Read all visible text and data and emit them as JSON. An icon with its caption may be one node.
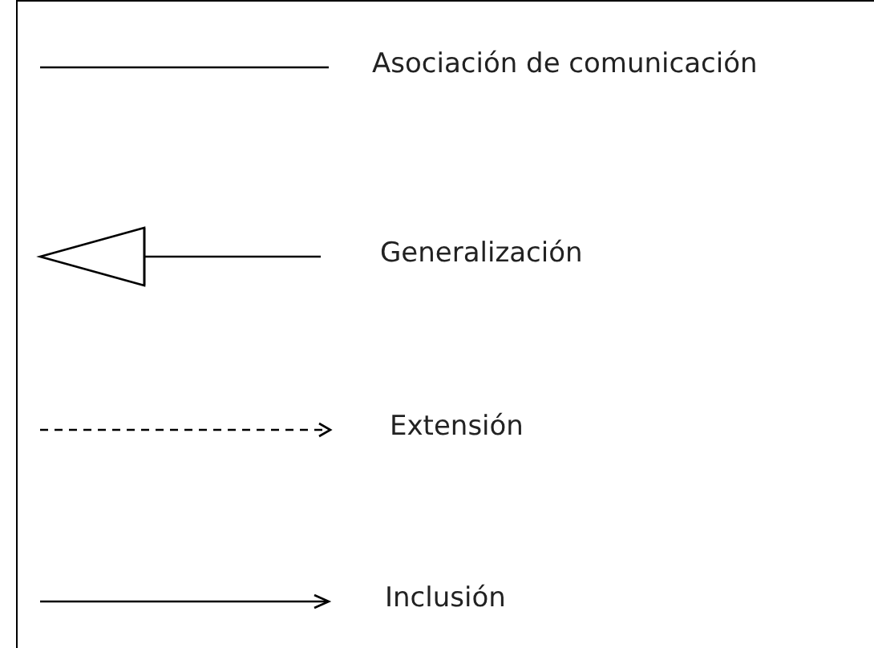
{
  "diagram": {
    "legend": [
      {
        "text": "Asociación de comunicación"
      },
      {
        "text": "Generalización"
      },
      {
        "text": "Extensión"
      },
      {
        "text": "Inclusión"
      }
    ]
  }
}
